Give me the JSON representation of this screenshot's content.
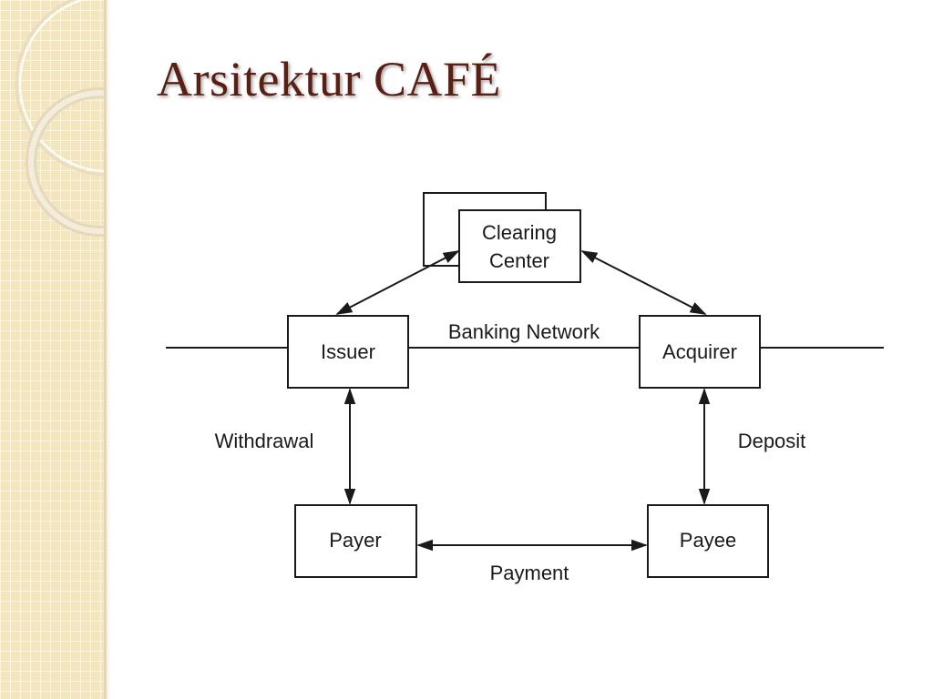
{
  "slide": {
    "title": "Arsitektur CAFÉ"
  },
  "diagram": {
    "nodes": {
      "clearing_line1": "Clearing",
      "clearing_line2": "Center",
      "issuer": "Issuer",
      "acquirer": "Acquirer",
      "payer": "Payer",
      "payee": "Payee"
    },
    "edge_labels": {
      "banking_network": "Banking Network",
      "withdrawal": "Withdrawal",
      "deposit": "Deposit",
      "payment": "Payment"
    }
  },
  "colors": {
    "title": "#5a1f12",
    "side_band": "#f3e6bf",
    "ink": "#1a1a1a"
  }
}
